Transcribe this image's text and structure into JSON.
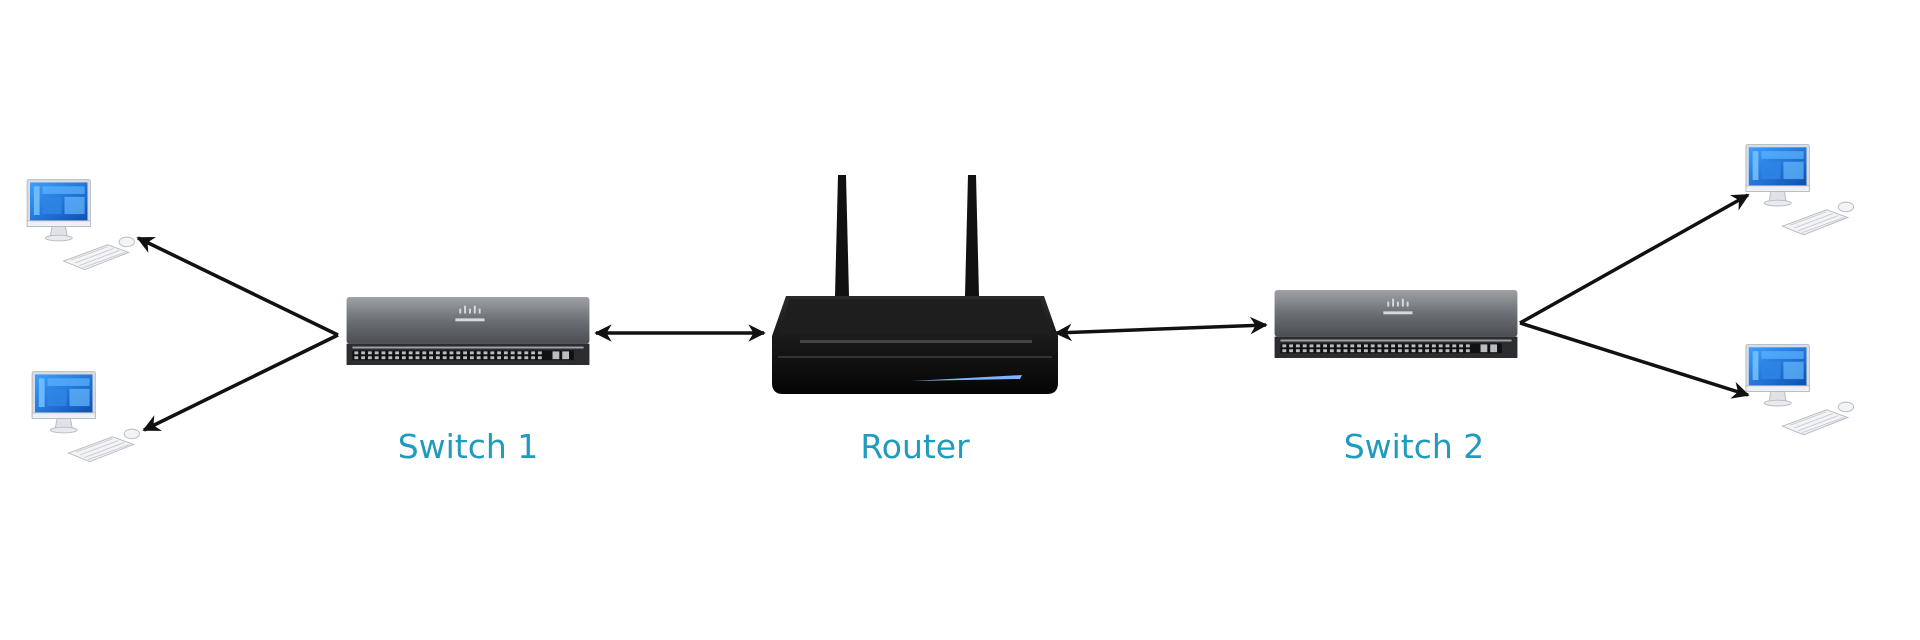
{
  "colors": {
    "label": "#1f9bbf",
    "background": "#ffffff",
    "arrow": "#111111",
    "monitor_screen": "#1e6fd0",
    "switch_body": "#5c5f64",
    "router_body": "#121212"
  },
  "nodes": {
    "switch1": {
      "label": "Switch 1",
      "icon": "network-switch-icon"
    },
    "router": {
      "label": "Router",
      "icon": "wireless-router-icon"
    },
    "switch2": {
      "label": "Switch 2",
      "icon": "network-switch-icon"
    },
    "pc_left_top": {
      "icon": "desktop-computer-icon"
    },
    "pc_left_bottom": {
      "icon": "desktop-computer-icon"
    },
    "pc_right_top": {
      "icon": "desktop-computer-icon"
    },
    "pc_right_bottom": {
      "icon": "desktop-computer-icon"
    }
  },
  "links": [
    {
      "from": "switch1",
      "to": "pc_left_top",
      "arrows": "end"
    },
    {
      "from": "switch1",
      "to": "pc_left_bottom",
      "arrows": "end"
    },
    {
      "from": "switch1",
      "to": "router",
      "arrows": "both"
    },
    {
      "from": "router",
      "to": "switch2",
      "arrows": "both"
    },
    {
      "from": "switch2",
      "to": "pc_right_top",
      "arrows": "end"
    },
    {
      "from": "switch2",
      "to": "pc_right_bottom",
      "arrows": "end"
    }
  ]
}
